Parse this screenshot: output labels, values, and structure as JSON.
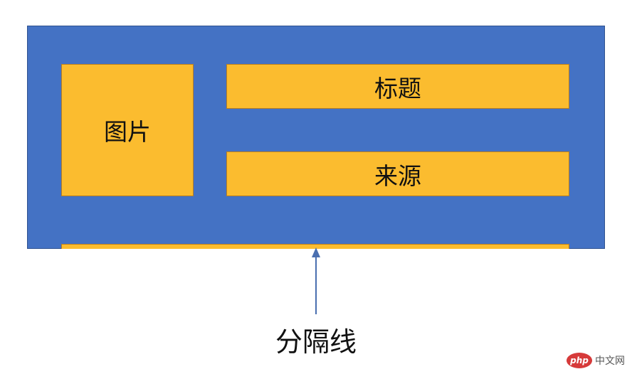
{
  "diagram": {
    "image_label": "图片",
    "title_label": "标题",
    "source_label": "来源",
    "divider_caption": "分隔线"
  },
  "watermark": {
    "logo": "php",
    "site": "中文网"
  },
  "colors": {
    "card_background": "#4472c4",
    "box_fill": "#fbbc2f",
    "box_border": "#b97e1e",
    "arrow": "#4a6fb0"
  }
}
